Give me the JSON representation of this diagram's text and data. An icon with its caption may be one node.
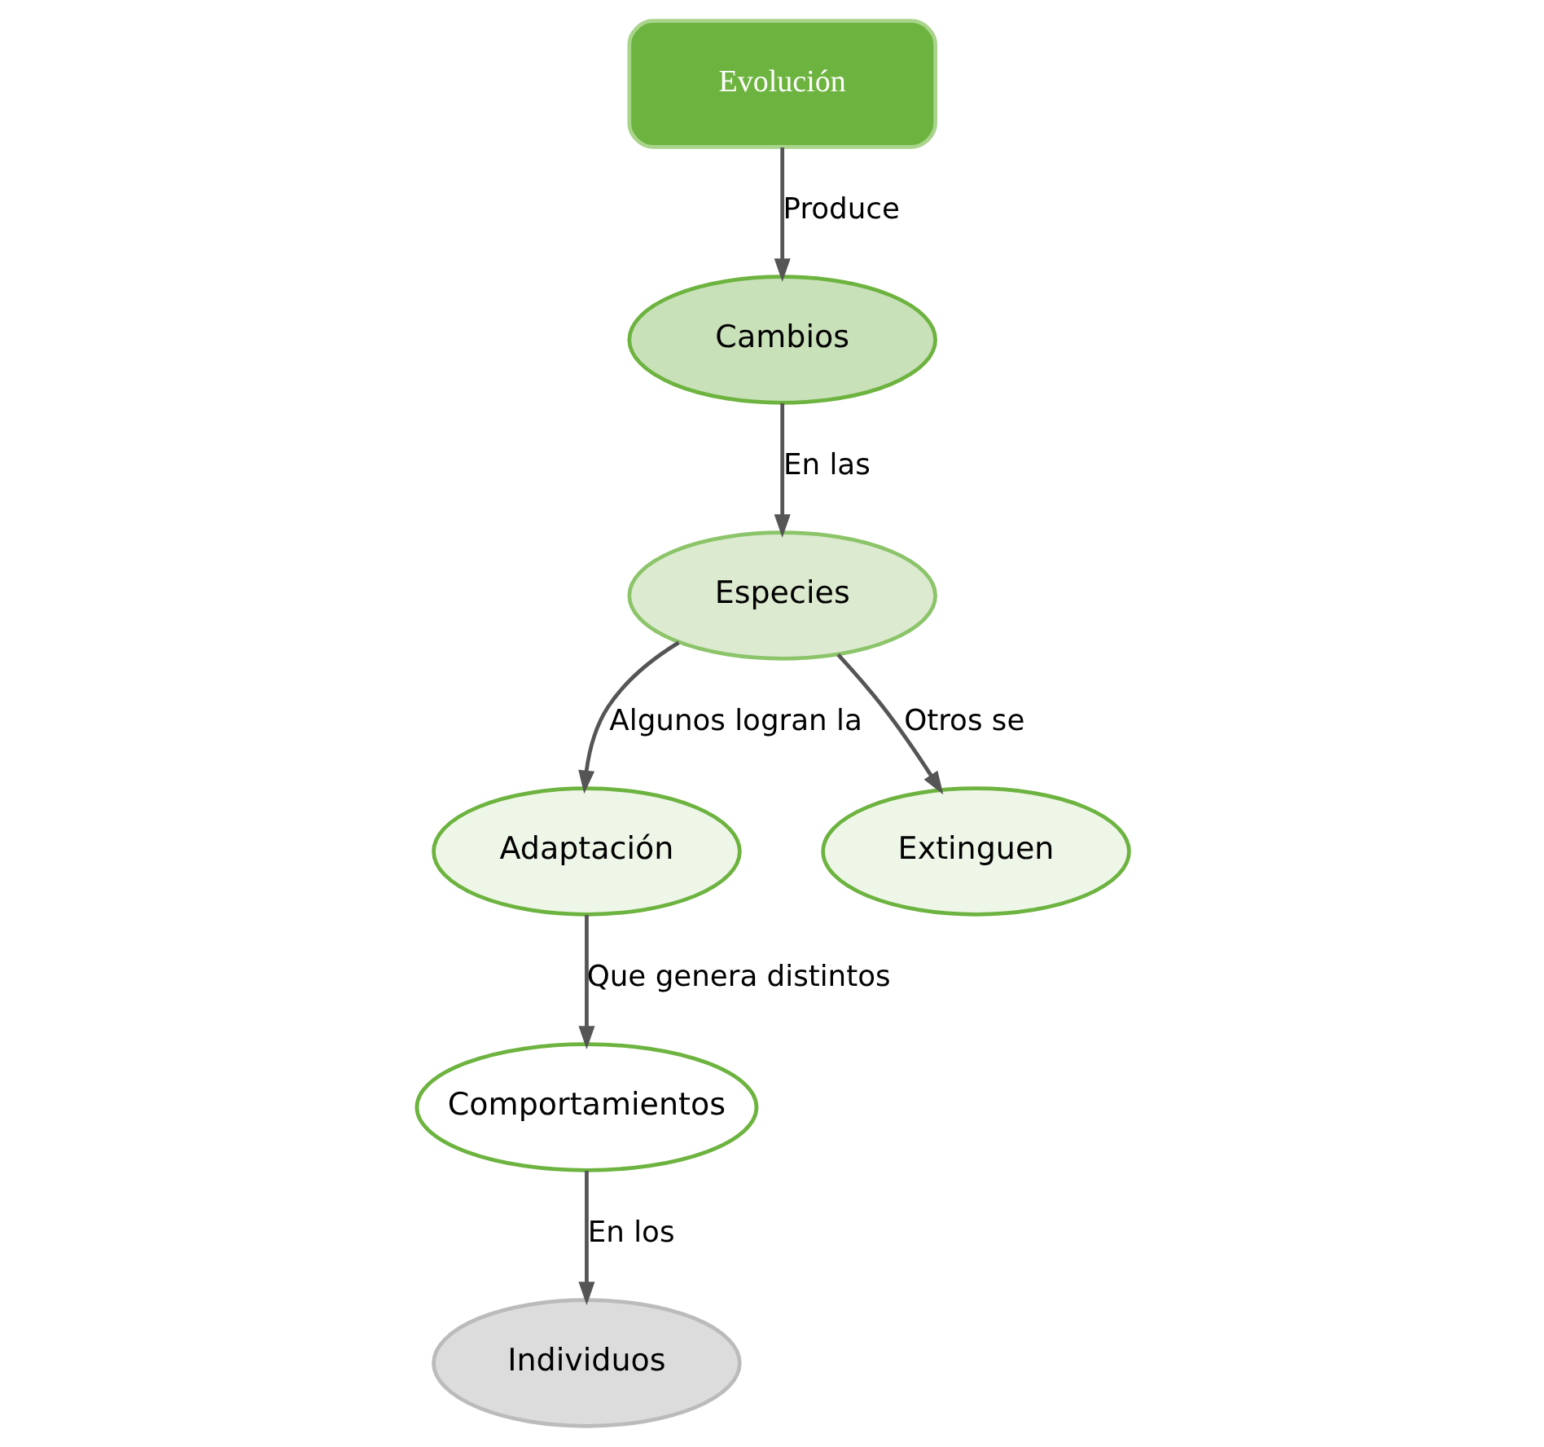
{
  "diagram": {
    "nodes": [
      {
        "text": [
          "Evolución"
        ]
      },
      {
        "text": [
          "Cambios"
        ]
      },
      {
        "text": [
          "Especies"
        ]
      },
      {
        "text": [
          "Adaptación"
        ]
      },
      {
        "text": [
          "Extinguen"
        ]
      },
      {
        "text": [
          "Comportamientos"
        ]
      },
      {
        "text": [
          "Individuos"
        ]
      }
    ],
    "edges": [
      {
        "from": 0,
        "to": 1,
        "arrow": "to",
        "label": "Produce"
      },
      {
        "from": 1,
        "to": 2,
        "arrow": "to",
        "label": "En las"
      },
      {
        "from": 2,
        "to": 3,
        "arrow": "to",
        "label": "Algunos logran la"
      },
      {
        "from": 2,
        "to": 4,
        "arrow": "to",
        "label": "Otros se"
      },
      {
        "from": 3,
        "to": 5,
        "arrow": "to",
        "label": "Que genera distintos"
      },
      {
        "from": 5,
        "to": 6,
        "arrow": "to",
        "label": "En los"
      }
    ]
  }
}
